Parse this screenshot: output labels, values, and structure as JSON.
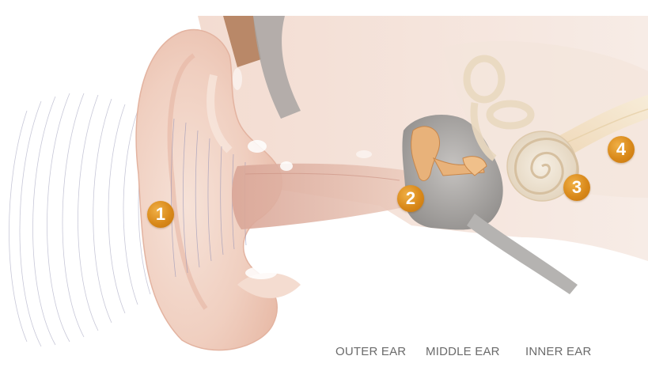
{
  "markers": [
    {
      "label": "1"
    },
    {
      "label": "2"
    },
    {
      "label": "3"
    },
    {
      "label": "4"
    }
  ],
  "sections": [
    {
      "label": "OUTER EAR"
    },
    {
      "label": "MIDDLE EAR"
    },
    {
      "label": "INNER EAR"
    }
  ],
  "colors": {
    "skin": "#f2d5c8",
    "skin_dark": "#e6b9a6",
    "bone_gray": "#a8a6a4",
    "ossicle": "#e8b27a",
    "cochlea": "#efe4d2",
    "marker": "#d9891a",
    "label_text": "#6b6b6b"
  }
}
